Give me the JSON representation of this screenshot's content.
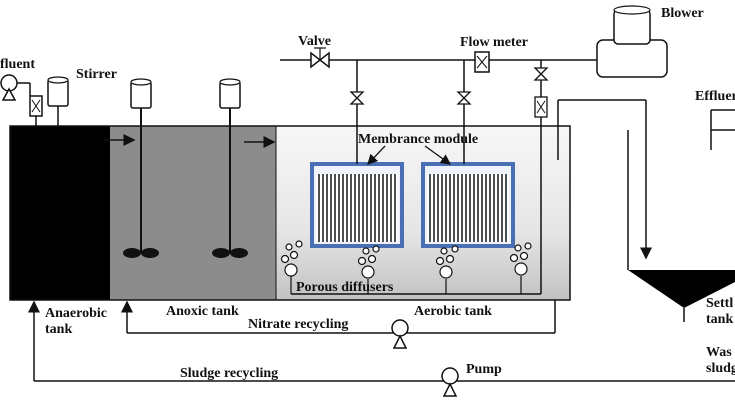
{
  "labels": {
    "influent": "fluent",
    "stirrer": "Stirrer",
    "valve": "Valve",
    "flow_meter": "Flow meter",
    "blower": "Blower",
    "effluent": "Effluer",
    "membrane_module": "Membrance module",
    "porous_diffusers": "Porous diffusers",
    "anaerobic_tank_1": "Anaerobic",
    "anaerobic_tank_2": "tank",
    "anoxic_tank": "Anoxic tank",
    "aerobic_tank": "Aerobic tank",
    "nitrate_recycling": "Nitrate recycling",
    "sludge_recycling": "Sludge recycling",
    "pump": "Pump",
    "settling_tank_1": "Settl",
    "settling_tank_2": "tank",
    "waste_sludge_1": "Was",
    "waste_sludge_2": "sludg"
  },
  "colors": {
    "anaerobic": "#000000",
    "anoxic": "#8c8c8c",
    "aerobic_light": "#f2f2f2",
    "aerobic_dark": "#bdbdbd",
    "membrane_frame": "#4a6fb5",
    "line": "#111111"
  }
}
